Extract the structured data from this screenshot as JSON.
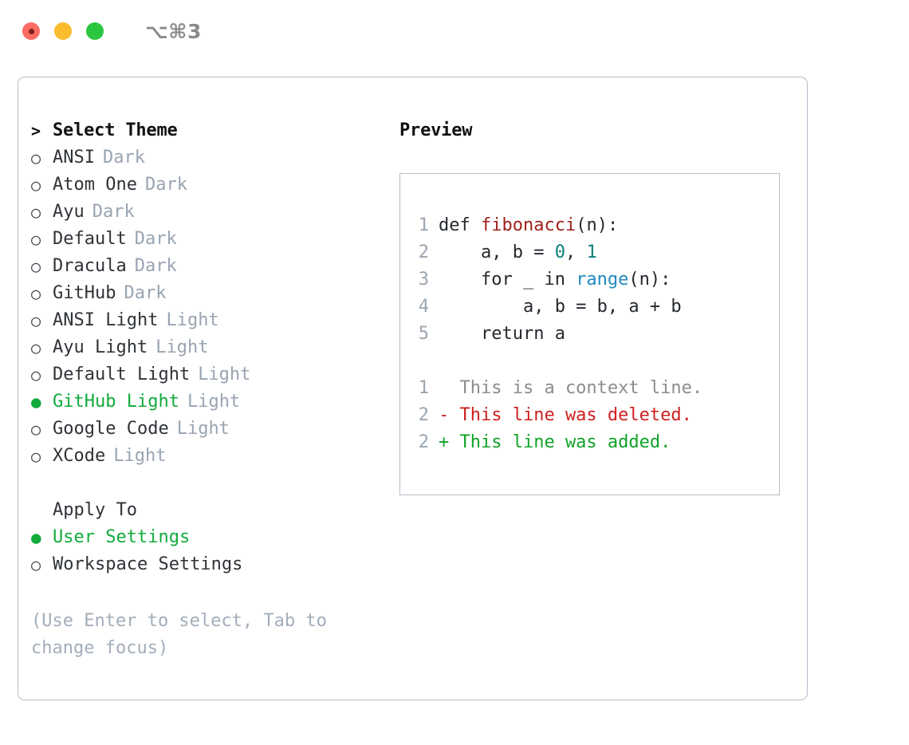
{
  "titlebar": {
    "shortcut": "⌥⌘3",
    "lights": [
      "close",
      "minimize",
      "zoom"
    ]
  },
  "left": {
    "heading": {
      "marker": ">",
      "label": "Select Theme"
    },
    "themes": [
      {
        "marker": "○",
        "label": "ANSI",
        "tag": "Dark",
        "selected": false
      },
      {
        "marker": "○",
        "label": "Atom One",
        "tag": "Dark",
        "selected": false
      },
      {
        "marker": "○",
        "label": "Ayu",
        "tag": "Dark",
        "selected": false
      },
      {
        "marker": "○",
        "label": "Default",
        "tag": "Dark",
        "selected": false
      },
      {
        "marker": "○",
        "label": "Dracula",
        "tag": "Dark",
        "selected": false
      },
      {
        "marker": "○",
        "label": "GitHub",
        "tag": "Dark",
        "selected": false
      },
      {
        "marker": "○",
        "label": "ANSI Light",
        "tag": "Light",
        "selected": false
      },
      {
        "marker": "○",
        "label": "Ayu Light",
        "tag": "Light",
        "selected": false
      },
      {
        "marker": "○",
        "label": "Default Light",
        "tag": "Light",
        "selected": false
      },
      {
        "marker": "●",
        "label": "GitHub Light",
        "tag": "Light",
        "selected": true
      },
      {
        "marker": "○",
        "label": "Google Code",
        "tag": "Light",
        "selected": false
      },
      {
        "marker": "○",
        "label": "XCode",
        "tag": "Light",
        "selected": false
      }
    ],
    "apply_to": {
      "heading": "Apply To",
      "options": [
        {
          "marker": "●",
          "label": "User Settings",
          "selected": true
        },
        {
          "marker": "○",
          "label": "Workspace Settings",
          "selected": false
        }
      ]
    },
    "hint": "(Use Enter to select, Tab to change focus)"
  },
  "right": {
    "title": "Preview",
    "code": [
      {
        "number": "1",
        "tokens": [
          {
            "text": "def ",
            "type": "plain"
          },
          {
            "text": "fibonacci",
            "type": "fn"
          },
          {
            "text": "(n):",
            "type": "plain"
          }
        ]
      },
      {
        "number": "2",
        "tokens": [
          {
            "text": "    a, b = ",
            "type": "plain"
          },
          {
            "text": "0",
            "type": "num"
          },
          {
            "text": ", ",
            "type": "plain"
          },
          {
            "text": "1",
            "type": "num"
          }
        ]
      },
      {
        "number": "3",
        "tokens": [
          {
            "text": "    for _ in ",
            "type": "plain"
          },
          {
            "text": "range",
            "type": "builtin"
          },
          {
            "text": "(n):",
            "type": "plain"
          }
        ]
      },
      {
        "number": "4",
        "tokens": [
          {
            "text": "        a, b = b, a + b",
            "type": "plain"
          }
        ]
      },
      {
        "number": "5",
        "tokens": [
          {
            "text": "    return a",
            "type": "plain"
          }
        ]
      }
    ],
    "diff": [
      {
        "number": "1",
        "text": "  This is a context line.",
        "kind": "context"
      },
      {
        "number": "2",
        "text": "- This line was deleted.",
        "kind": "deleted"
      },
      {
        "number": "2",
        "text": "+ This line was added.",
        "kind": "added"
      }
    ]
  },
  "colors": {
    "accent_green": "#13ab3c",
    "muted": "#99a4b2",
    "border": "#b4bdc9",
    "code_fn": "#a0211b",
    "code_num": "#0b7d74",
    "code_builtin": "#2189c0",
    "diff_deleted": "#cf1f1f",
    "diff_added": "#11a328"
  }
}
